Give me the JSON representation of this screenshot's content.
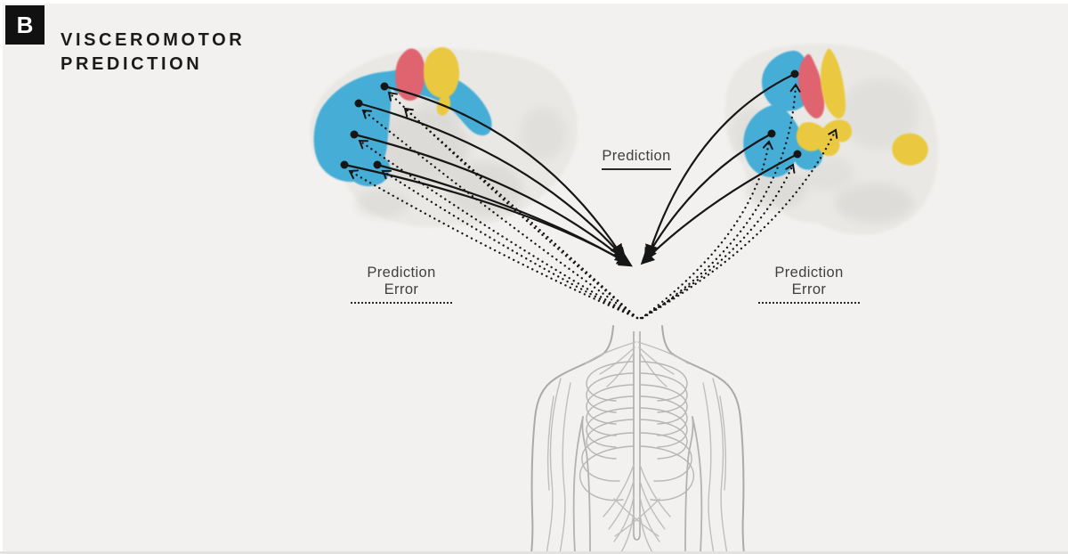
{
  "panel": {
    "letter": "B",
    "title_line1": "VISCEROMOTOR",
    "title_line2": "PREDICTION"
  },
  "labels": {
    "prediction": "Prediction",
    "prediction_error_left": "Prediction Error",
    "prediction_error_right": "Prediction Error"
  },
  "legend": {
    "prediction_line_style": "solid",
    "prediction_error_line_style": "dotted"
  },
  "colors": {
    "background": "#f2f1ef",
    "accent_blue": "#45add6",
    "accent_red": "#e0646f",
    "accent_yellow": "#eac93f",
    "line": "#161616",
    "brain_gray": "#e9e8e5",
    "body_gray": "#b3b2b1",
    "title_text": "#1c1b1a",
    "label_text": "#413f3e"
  }
}
